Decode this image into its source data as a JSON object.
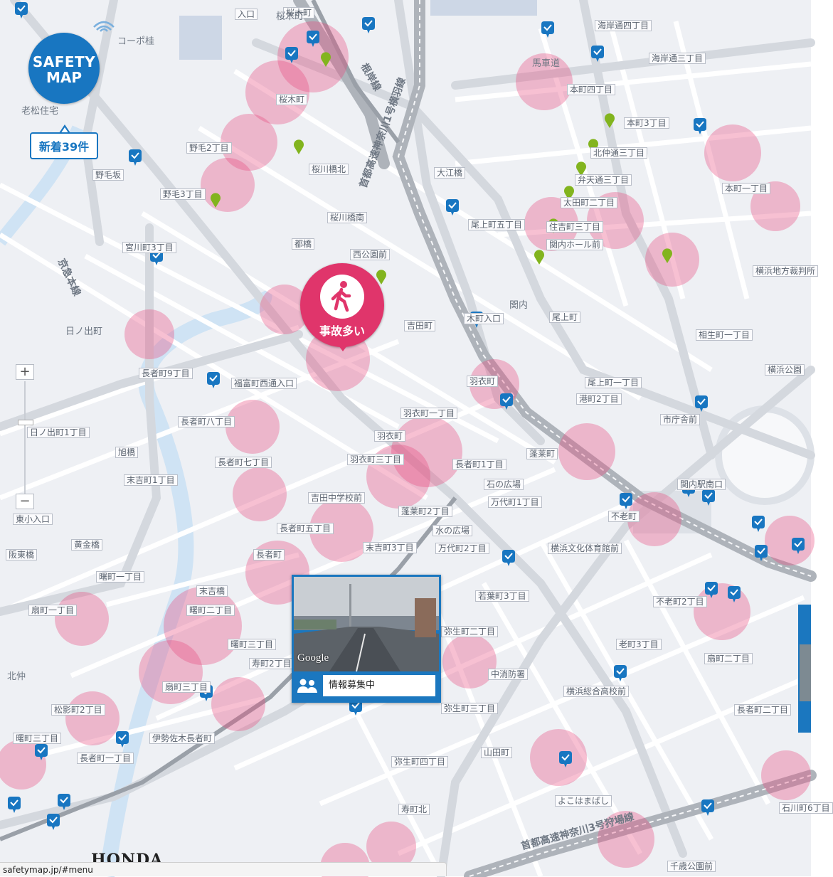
{
  "app": {
    "logo_line1": "SAFETY",
    "logo_line2": "MAP",
    "new_count_label": "新着39件",
    "status_url": "safetymap.jp/#menu",
    "sponsor_logo": "HONDA"
  },
  "accident_pin": {
    "label": "事故多い",
    "icon": "pedestrian-icon"
  },
  "street_view_card": {
    "logo": "Google",
    "label": "情報募集中",
    "icon": "people-icon"
  },
  "zoom": {
    "in": "+",
    "out": "−"
  },
  "colors": {
    "map_background": "#eef0f4",
    "hotspot": "#e94b7f",
    "brand_blue": "#1876c1",
    "accident_pink": "#e0356b",
    "marker_green": "#82b41e"
  },
  "map": {
    "area_labels": [
      "コーポ桂",
      "老松住宅",
      "日ノ出町",
      "関内",
      "馬車道",
      "桜木町",
      "北仲"
    ],
    "rail_labels": [
      "京急本線",
      "根岸線",
      "首都高速神奈川1号横羽線",
      "首都高速神奈川3号狩場線"
    ],
    "intersections": [
      "入口",
      "桜木町",
      "海岸通四丁目",
      "海岸通三丁目",
      "本町四丁目",
      "本町3丁目",
      "桜木町",
      "野毛2丁目",
      "桜川橋北",
      "大江橋",
      "北仲通三丁目",
      "弁天通三丁目",
      "太田町二丁目",
      "本町一丁目",
      "野毛坂",
      "野毛3丁目",
      "桜川橋南",
      "尾上町五丁目",
      "住吉町三丁目",
      "関内ホール前",
      "宮川町3丁目",
      "都橋",
      "西公園前",
      "横浜地方裁判所",
      "吉田町",
      "相生町一丁目",
      "木町入口",
      "尾上町",
      "長者町9丁目",
      "福富町西通入口",
      "羽衣町",
      "尾上町一丁目",
      "港町2丁目",
      "横浜公園",
      "日ノ出町1丁目",
      "長者町八丁目",
      "羽衣町一丁目",
      "市庁舎前",
      "旭橋",
      "羽衣町",
      "長者町七丁目",
      "羽衣町三丁目",
      "長者町1丁目",
      "蓬莱町",
      "末吉町1丁目",
      "石の広場",
      "関内駅南口",
      "吉田中学校前",
      "万代町1丁目",
      "東小入口",
      "長者町五丁目",
      "蓬莱町2丁目",
      "不老町",
      "水の広場",
      "黄金橋",
      "末吉町3丁目",
      "万代町2丁目",
      "横浜文化体育館前",
      "阪東橋",
      "長者町",
      "曙町一丁目",
      "若葉町3丁目",
      "不老町2丁目",
      "扇町一丁目",
      "末吉橋",
      "曙町二丁目",
      "曙町三丁目",
      "弥生町二丁目",
      "老町3丁目",
      "扇町二丁目",
      "寿町2丁目",
      "中消防署",
      "横浜総合高校前",
      "扇町三丁目",
      "弥生町三丁目",
      "長者町二丁目",
      "松影町2丁目",
      "曙町三丁目",
      "伊勢佐木長者町",
      "弥生町四丁目",
      "山田町",
      "長者町一丁目",
      "よこはまばし",
      "寿町北",
      "千歳公園前",
      "石川町6丁目",
      "石川町"
    ]
  }
}
